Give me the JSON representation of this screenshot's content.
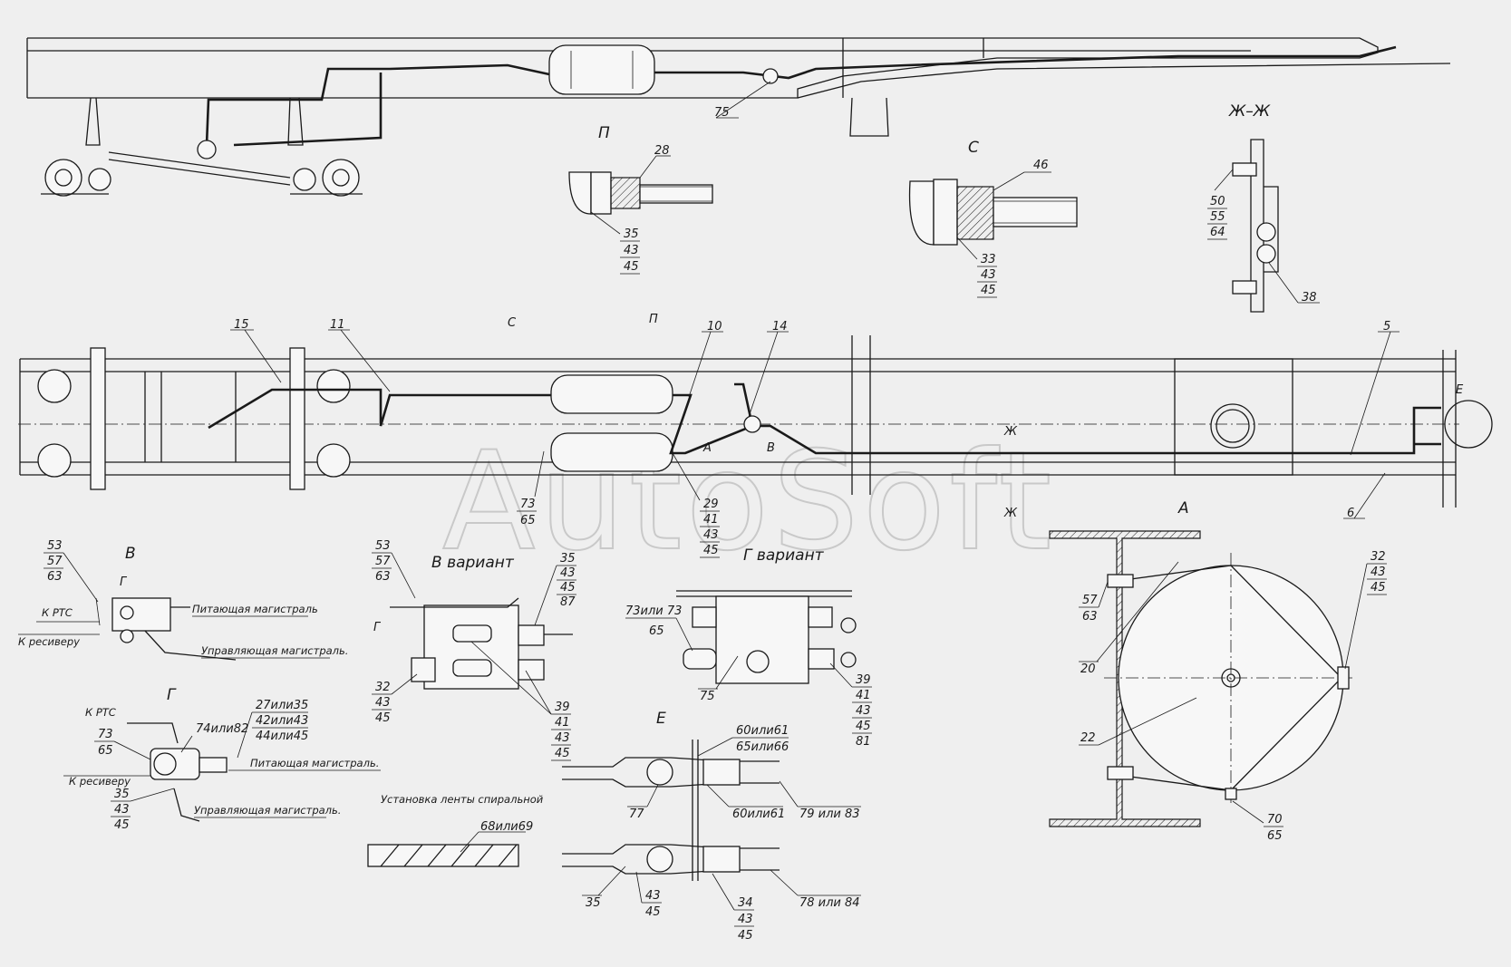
{
  "watermark": "AutoSoft",
  "views": {
    "P": "П",
    "S": "С",
    "ZhZh": "Ж–Ж",
    "V": "В",
    "G": "Г",
    "V_variant": "В  вариант",
    "G_variant": "Г вариант",
    "E": "Е",
    "A": "А",
    "spiral": "Установка ленты спиральной"
  },
  "markers": {
    "A": "А",
    "B": "В",
    "Zh": "Ж",
    "E": "Е",
    "S": "С",
    "P": "П",
    "G": "Г"
  },
  "notes": {
    "k_rts": "К РТС",
    "k_rts2": "К РТС",
    "k_resiveru": "К ресиверу",
    "k_resiveru2": "К ресиверу",
    "pitayushchaya": "Питающая магистраль",
    "pitayushchaya2": "Питающая магистраль.",
    "upravlyayushchaya": "Управляющая магистраль.",
    "upravlyayushchaya2": "Управляющая магистраль."
  },
  "callouts": {
    "c75": "75",
    "c28": "28",
    "c35_p": [
      "35",
      "43",
      "45"
    ],
    "c46": "46",
    "c33": [
      "33",
      "43",
      "45"
    ],
    "c50": [
      "50",
      "55",
      "64"
    ],
    "c38": "38",
    "c15": "15",
    "c11": "11",
    "c10": "10",
    "c14": "14",
    "c5": "5",
    "c6": "6",
    "c73_65": [
      "73",
      "65"
    ],
    "c29": [
      "29",
      "41",
      "43",
      "45"
    ],
    "c53_v": [
      "53",
      "57",
      "63"
    ],
    "c53_vv": [
      "53",
      "57",
      "63"
    ],
    "c35_vv": [
      "35",
      "43",
      "45",
      "87"
    ],
    "c32_vv": [
      "32",
      "43",
      "45"
    ],
    "c39_vv": [
      "39",
      "41",
      "43",
      "45"
    ],
    "c73ili73": "73или 73",
    "c65_gv": "65",
    "c75_gv": "75",
    "c39_gv": [
      "39",
      "41",
      "43",
      "45",
      "81"
    ],
    "c57_63": [
      "57",
      "63"
    ],
    "c32_a": [
      "32",
      "43",
      "45"
    ],
    "c20": "20",
    "c22": "22",
    "c70": [
      "70",
      "65"
    ],
    "c73_65_g": [
      "73",
      "65"
    ],
    "c74ili82": "74или82",
    "c27": [
      "27или35",
      "42или43",
      "44или45"
    ],
    "c35_g": [
      "35",
      "43",
      "45"
    ],
    "c60ili61_top": [
      "60или61",
      "65или66"
    ],
    "c77": "77",
    "c60ili61": "60или61",
    "c79ili83": "79 или 83",
    "c68ili69": "68или69",
    "c35_e": "35",
    "c43_45_e": [
      "43",
      "45"
    ],
    "c34": [
      "34",
      "43",
      "45"
    ],
    "c78ili84": "78 или 84"
  }
}
